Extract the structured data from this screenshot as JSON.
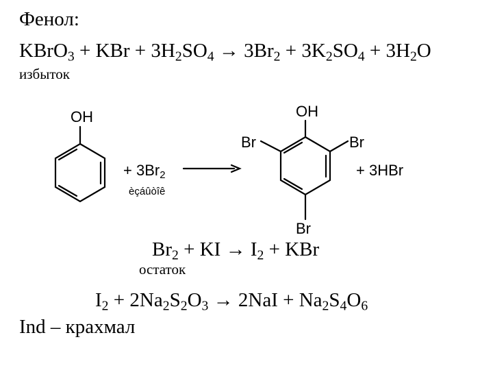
{
  "title": "Фенол:",
  "eq1": {
    "parts": [
      "KBrO",
      "3",
      " + KBr + 3H",
      "2",
      "SO",
      "4",
      " ",
      "→",
      " 3Br",
      "2",
      " + 3K",
      "2",
      "SO",
      "4",
      " + 3H",
      "2",
      "O"
    ],
    "note": "избыток"
  },
  "reaction": {
    "reactant_oh": "OH",
    "reagent_prefix": "+ 3Br",
    "reagent_sub": "2",
    "garbled_note": "èçáûòîê",
    "product_oh": "OH",
    "br_left": "Br",
    "br_right": "Br",
    "br_bottom": "Br",
    "byproduct": "+ 3HBr"
  },
  "eq2": {
    "parts": [
      "Br",
      "2",
      " + KI ",
      "→",
      " I",
      "2",
      " + KBr"
    ],
    "note": "остаток"
  },
  "eq3": {
    "parts": [
      "I",
      "2",
      " + 2Na",
      "2",
      "S",
      "2",
      "O",
      "3",
      " ",
      "→",
      " 2NaI + Na",
      "2",
      "S",
      "4",
      "O",
      "6"
    ]
  },
  "indicator": "Ind – крахмал"
}
